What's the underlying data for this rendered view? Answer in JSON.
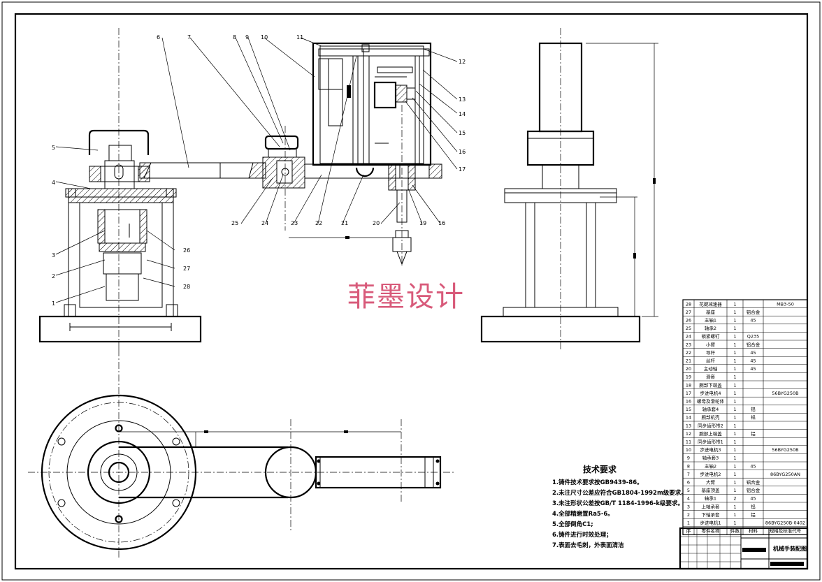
{
  "watermark": "菲墨设计",
  "callouts": [
    "1",
    "2",
    "3",
    "4",
    "5",
    "6",
    "7",
    "8",
    "9",
    "10",
    "11",
    "12",
    "13",
    "14",
    "15",
    "16",
    "17",
    "16",
    "19",
    "20",
    "21",
    "22",
    "23",
    "24",
    "25",
    "26",
    "27",
    "28"
  ],
  "tech_req": {
    "title": "技术要求",
    "items": [
      "1.铸件技术要求按GB9439-86。",
      "2.未注尺寸公差应符合GB1804-1992m级要求。",
      "3.未注形状公差按GB/T 1184-1996-k级要求。",
      "4.全部精磨置Ra5-6。",
      "5.全部倒角C1;",
      "6.铸件进行时效处理；",
      "7.表面去毛刺，外表面清洁"
    ]
  },
  "bom": {
    "rows": [
      [
        "28",
        "花键减速器",
        "1",
        "",
        "MB3-50"
      ],
      [
        "27",
        "基座",
        "1",
        "铝合金",
        ""
      ],
      [
        "26",
        "主轴1",
        "1",
        "45",
        ""
      ],
      [
        "25",
        "轴承2",
        "1",
        "",
        ""
      ],
      [
        "24",
        "锁紧螺钉",
        "1",
        "Q235",
        ""
      ],
      [
        "23",
        "小臂",
        "1",
        "铝合金",
        ""
      ],
      [
        "22",
        "导杆",
        "1",
        "45",
        ""
      ],
      [
        "21",
        "丝杆",
        "1",
        "45",
        ""
      ],
      [
        "20",
        "主动轴",
        "1",
        "45",
        ""
      ],
      [
        "19",
        "滑套",
        "1",
        "",
        ""
      ],
      [
        "18",
        "腕部下端盖",
        "1",
        "",
        ""
      ],
      [
        "17",
        "步进电机4",
        "1",
        "",
        "56BYG250B"
      ],
      [
        "16",
        "螺母及滑轮体",
        "1",
        "",
        ""
      ],
      [
        "15",
        "轴承套4",
        "1",
        "铝",
        ""
      ],
      [
        "14",
        "腕部机壳",
        "1",
        "铝",
        ""
      ],
      [
        "13",
        "同步齿形带2",
        "1",
        "",
        ""
      ],
      [
        "12",
        "腕部上端盖",
        "1",
        "铝",
        ""
      ],
      [
        "11",
        "同步齿形带1",
        "1",
        "",
        ""
      ],
      [
        "10",
        "步进电机3",
        "1",
        "",
        "56BYG250B"
      ],
      [
        "9",
        "轴承套3",
        "1",
        "",
        ""
      ],
      [
        "8",
        "主轴2",
        "1",
        "45",
        ""
      ],
      [
        "7",
        "步进电机2",
        "1",
        "",
        "86BYG250AN"
      ],
      [
        "6",
        "大臂",
        "1",
        "铝合金",
        ""
      ],
      [
        "5",
        "基座顶盖",
        "1",
        "铝合金",
        ""
      ],
      [
        "4",
        "轴承1",
        "2",
        "45",
        ""
      ],
      [
        "3",
        "上轴承套",
        "1",
        "铝",
        ""
      ],
      [
        "2",
        "下轴承套",
        "1",
        "铝",
        ""
      ],
      [
        "1",
        "步进电机1",
        "1",
        "",
        "86BYG250B-0402"
      ]
    ],
    "header": [
      "序",
      "零件名称",
      "件数",
      "材料",
      "规格及标准代号"
    ]
  },
  "title_block": {
    "drawing_title": "机械手装配图"
  }
}
